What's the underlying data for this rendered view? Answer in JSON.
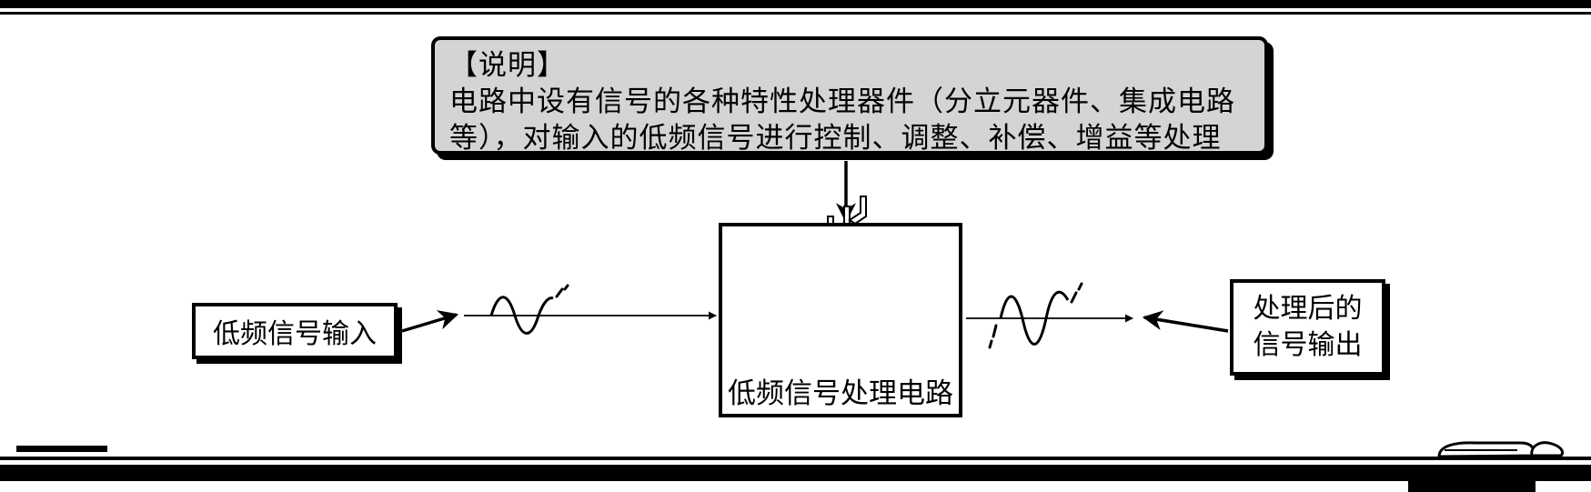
{
  "note": {
    "heading": "【说明】",
    "line1": "电路中设有信号的各种特性处理器件（分立元器件、集成电路",
    "line2": "等），对输入的低频信号进行控制、调整、补偿、增益等处理"
  },
  "input_label": "低频信号输入",
  "center_label": "低频信号处理电路",
  "output_label": {
    "line1": "处理后的",
    "line2": "信号输出"
  },
  "icons": [
    "ic-chip-icon",
    "input-wave-icon",
    "output-wave-icon"
  ]
}
